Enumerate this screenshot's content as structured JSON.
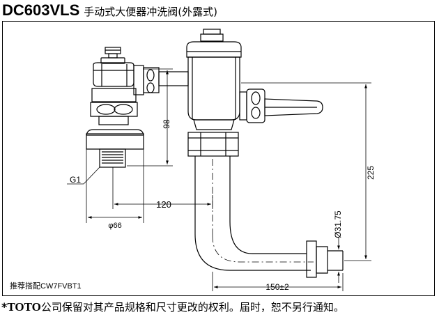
{
  "title": {
    "model": "DC603VLS",
    "description": "手动式大便器冲洗阀(外露式)"
  },
  "dimensions": {
    "d98": "98",
    "d225": "225",
    "d120": "120",
    "d66": "φ66",
    "d3175": "Ø31.75",
    "d150": "150±2",
    "g1": "G1"
  },
  "note": "推荐搭配CW7FVBT1",
  "footer": {
    "star": "*",
    "brand": "TOTO",
    "text": "公司保留对其产品规格和尺寸更改的权利。届时，恕不另行通知。"
  }
}
